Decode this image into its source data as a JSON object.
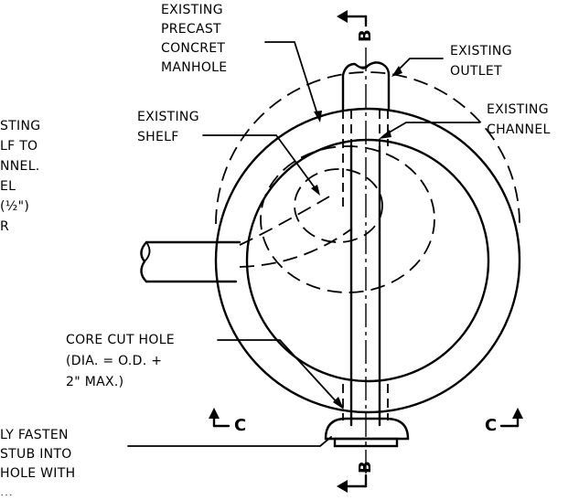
{
  "labels": {
    "manhole": [
      "EXISTING",
      "PRECAST",
      "CONCRET",
      "MANHOLE"
    ],
    "outlet": [
      "EXISTING",
      "OUTLET"
    ],
    "shelf": [
      "EXISTING",
      "SHELF"
    ],
    "channel": [
      "EXISTING",
      "CHANNEL"
    ],
    "left_note": [
      "STING",
      "LF TO",
      "NNEL.",
      "EL",
      "(½\")",
      "R"
    ],
    "core_cut": [
      "CORE CUT HOLE",
      "(DIA.  =  O.D.  +",
      "2\"  MAX.)"
    ],
    "fasten": [
      "LY  FASTEN",
      "STUB  INTO",
      "HOLE  WITH",
      "..."
    ]
  },
  "section_marks": {
    "b_top": "B",
    "b_bottom": "B",
    "c_left": "C",
    "c_right": "C"
  }
}
